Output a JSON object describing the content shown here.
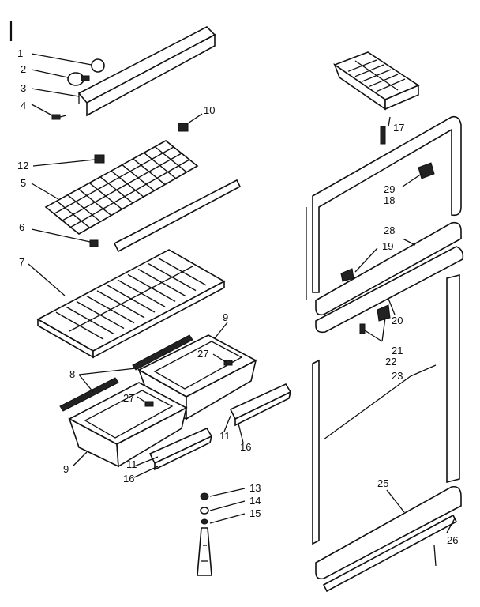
{
  "callouts": [
    "1",
    "2",
    "3",
    "4",
    "5",
    "6",
    "7",
    "8",
    "9",
    "9",
    "10",
    "11",
    "11",
    "12",
    "13",
    "14",
    "15",
    "16",
    "16",
    "17",
    "18",
    "19",
    "20",
    "21",
    "22",
    "23",
    "25",
    "26",
    "27",
    "27",
    "28",
    "29"
  ]
}
